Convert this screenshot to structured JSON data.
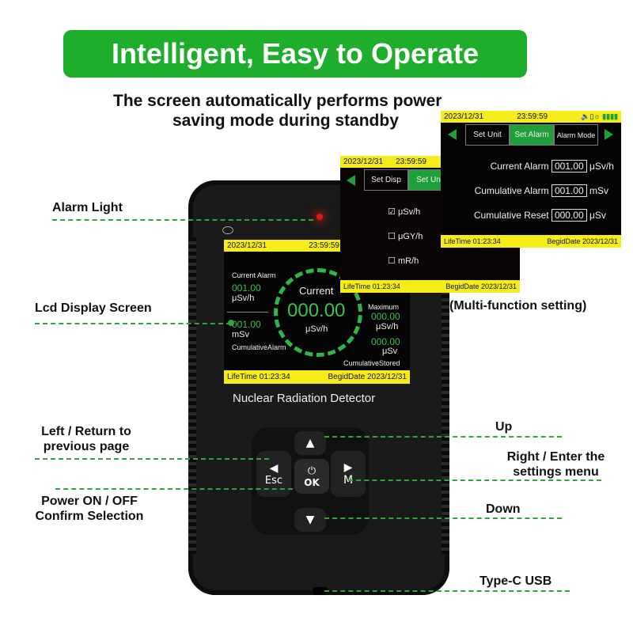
{
  "banner": {
    "title": "Intelligent, Easy to Operate",
    "subtitle_line1": "The screen automatically performs power",
    "subtitle_line2": "saving mode during standby"
  },
  "labels": {
    "alarm_light": "Alarm Light",
    "lcd": "Lcd Display Screen",
    "left1": "Left / Return to",
    "left2": "previous page",
    "power1": "Power ON / OFF",
    "power2": "Confirm Selection",
    "up": "Up",
    "right1": "Right / Enter the",
    "right2": "settings menu",
    "down": "Down",
    "usb": "Type-C USB",
    "multi": "(Multi-function setting)"
  },
  "device": {
    "name": "Nuclear Radiation Detector",
    "keys": {
      "esc": "Esc",
      "ok": "OK",
      "m": "M"
    }
  },
  "main_screen": {
    "date": "2023/12/31",
    "time": "23:59:59",
    "current_alarm_label": "Current Alarm",
    "current_alarm_value": "001.00",
    "current_alarm_unit": "μSv/h",
    "cum_alarm_value": "001.00",
    "cum_alarm_unit": "mSv",
    "cum_alarm_label": "CumulativeAlarm",
    "current_label": "Current",
    "current_value": "000.00",
    "current_unit": "μSv/h",
    "maximum_label": "Maximum",
    "maximum_value": "000.00",
    "maximum_unit": "μSv/h",
    "stored_value": "000.00",
    "stored_unit": "μSv",
    "stored_label": "CumulativeStored",
    "lifetime": "LifeTime 01:23:34",
    "begid": "BegidDate 2023/12/31"
  },
  "unit_screen": {
    "date": "2023/12/31",
    "time": "23:59:59",
    "tabs": [
      "Set Disp",
      "Set Unit"
    ],
    "options": [
      {
        "label": "μSv/h",
        "checked": true
      },
      {
        "label": "μGY/h",
        "checked": false
      },
      {
        "label": "mR/h",
        "checked": false
      }
    ],
    "lifetime": "LifeTime 01:23:34",
    "begid": "BegidDate 2023/12/31"
  },
  "alarm_screen": {
    "date": "2023/12/31",
    "time": "23:59:59",
    "tabs": [
      "Set Unit",
      "Set Alarm",
      "Alarm Mode"
    ],
    "rows": [
      {
        "label": "Current Alarm",
        "value": "001.00",
        "unit": "μSv/h"
      },
      {
        "label": "Cumulative Alarm",
        "value": "001.00",
        "unit": "mSv"
      },
      {
        "label": "Cumulative Reset",
        "value": "000.00",
        "unit": "μSv"
      }
    ],
    "lifetime": "LifeTime 01:23:34",
    "begid": "BegidDate 2023/12/31"
  },
  "colors": {
    "accent": "#1fae2b",
    "screen_bar": "#f5ec1a",
    "value_green": "#3cc14a"
  }
}
